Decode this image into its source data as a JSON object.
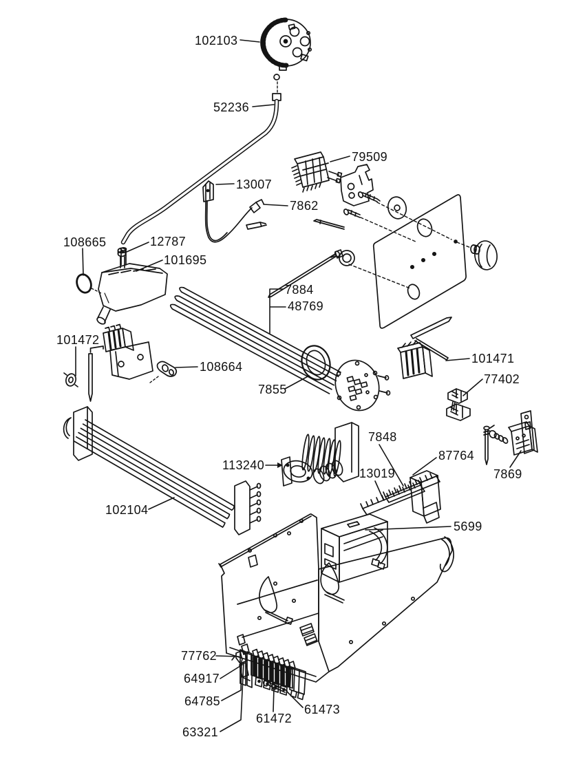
{
  "diagram": {
    "type": "exploded-parts-diagram",
    "background_color": "#ffffff",
    "line_color": "#141414",
    "labels": [
      {
        "id": "102103",
        "text": "102103"
      },
      {
        "id": "52236",
        "text": "52236"
      },
      {
        "id": "79509",
        "text": "79509"
      },
      {
        "id": "13007",
        "text": "13007"
      },
      {
        "id": "7862",
        "text": "7862"
      },
      {
        "id": "108665",
        "text": "108665"
      },
      {
        "id": "12787",
        "text": "12787"
      },
      {
        "id": "101695",
        "text": "101695"
      },
      {
        "id": "7884",
        "text": "7884"
      },
      {
        "id": "48769",
        "text": "48769"
      },
      {
        "id": "101472",
        "text": "101472"
      },
      {
        "id": "108664",
        "text": "108664"
      },
      {
        "id": "7855",
        "text": "7855"
      },
      {
        "id": "101471",
        "text": "101471"
      },
      {
        "id": "77402",
        "text": "77402"
      },
      {
        "id": "7848",
        "text": "7848"
      },
      {
        "id": "87764",
        "text": "87764"
      },
      {
        "id": "13019",
        "text": "13019"
      },
      {
        "id": "7869",
        "text": "7869"
      },
      {
        "id": "113240",
        "text": "113240"
      },
      {
        "id": "102104",
        "text": "102104"
      },
      {
        "id": "5699",
        "text": "5699"
      },
      {
        "id": "77762",
        "text": "77762"
      },
      {
        "id": "64917",
        "text": "64917"
      },
      {
        "id": "64785",
        "text": "64785"
      },
      {
        "id": "63321",
        "text": "63321"
      },
      {
        "id": "61472",
        "text": "61472"
      },
      {
        "id": "61473",
        "text": "61473"
      }
    ]
  }
}
